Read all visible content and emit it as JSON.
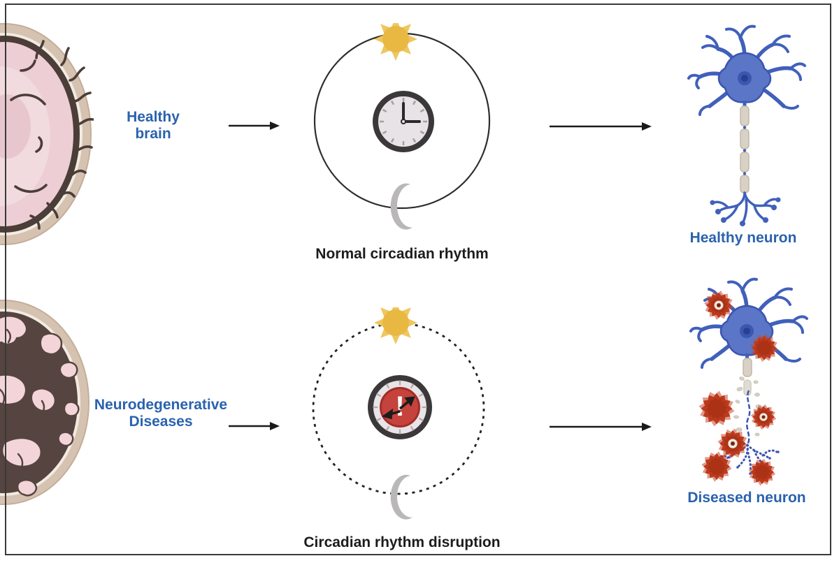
{
  "figure": {
    "type": "two-row comparison diagram of circadian rhythm and neuron health",
    "rows": [
      {
        "brain_label_line1": "Healthy",
        "brain_label_line2": "brain",
        "cycle_caption": "Normal circadian rhythm",
        "neuron_label": "Healthy neuron",
        "clock_time_shown": "3:00",
        "orbit_style": "solid"
      },
      {
        "brain_label_line1": "Neurodegenerative",
        "brain_label_line2": "Diseases",
        "cycle_caption": "Circadian rhythm disruption",
        "neuron_label": "Diseased neuron",
        "alarm_mark": "!",
        "orbit_style": "dashed"
      }
    ],
    "icons": {
      "sun": "sun-icon",
      "moon": "crescent-moon-icon",
      "normal_clock": "clock-icon",
      "disrupted_clock": "alarm-clock-exclamation-icon",
      "arrow": "arrow-right-icon",
      "healthy_brain": "brain-cross-section",
      "diseased_brain": "atrophied-brain-cross-section",
      "healthy_neuron": "neuron-with-myelin",
      "diseased_neuron": "degenerating-neuron-with-plaques",
      "plaque": "amyloid-plaque-icon"
    },
    "palette": {
      "accent_blue": "#2a62ae",
      "caption_black": "#1c1c1c",
      "sun_yellow": "#e8b843",
      "moon_gray": "#b9b7b8",
      "alarm_red": "#c5433c",
      "plaque_red": "#bb3a1e",
      "neuron_blue": "#5b76c6",
      "myelin_beige": "#d8d1c5",
      "brain_pink": "#edced4",
      "skull_beige": "#d6c2b0",
      "outline_dark": "#3a3a3a"
    }
  }
}
